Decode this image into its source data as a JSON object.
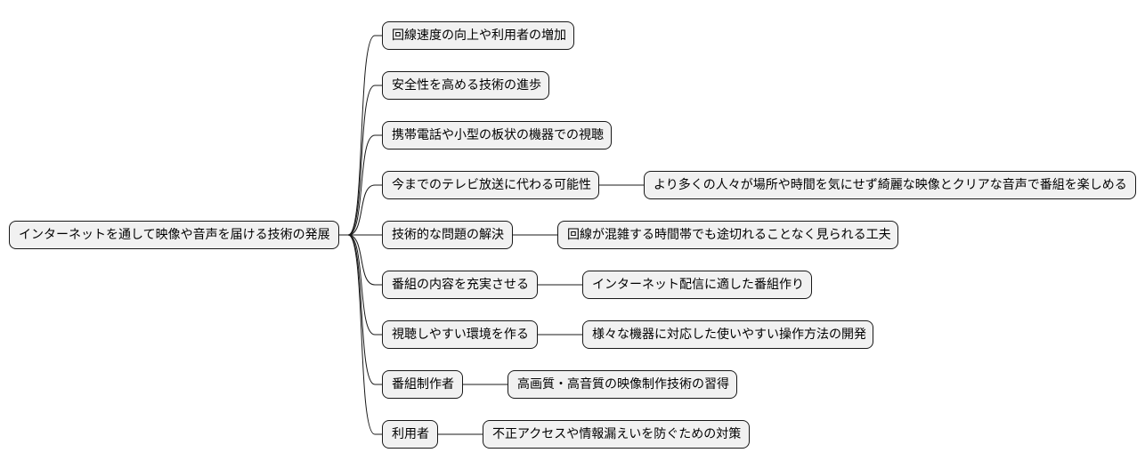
{
  "root": {
    "label": "インターネットを通して映像や音声を届ける技術の発展"
  },
  "branches": [
    {
      "label": "回線速度の向上や利用者の増加",
      "child": null
    },
    {
      "label": "安全性を高める技術の進歩",
      "child": null
    },
    {
      "label": "携帯電話や小型の板状の機器での視聴",
      "child": null
    },
    {
      "label": "今までのテレビ放送に代わる可能性",
      "child": "より多くの人々が場所や時間を気にせず綺麗な映像とクリアな音声で番組を楽しめる"
    },
    {
      "label": "技術的な問題の解決",
      "child": "回線が混雑する時間帯でも途切れることなく見られる工夫"
    },
    {
      "label": "番組の内容を充実させる",
      "child": "インターネット配信に適した番組作り"
    },
    {
      "label": "視聴しやすい環境を作る",
      "child": "様々な機器に対応した使いやすい操作方法の開発"
    },
    {
      "label": "番組制作者",
      "child": "高画質・高音質の映像制作技術の習得"
    },
    {
      "label": "利用者",
      "child": "不正アクセスや情報漏えいを防ぐための対策"
    }
  ]
}
